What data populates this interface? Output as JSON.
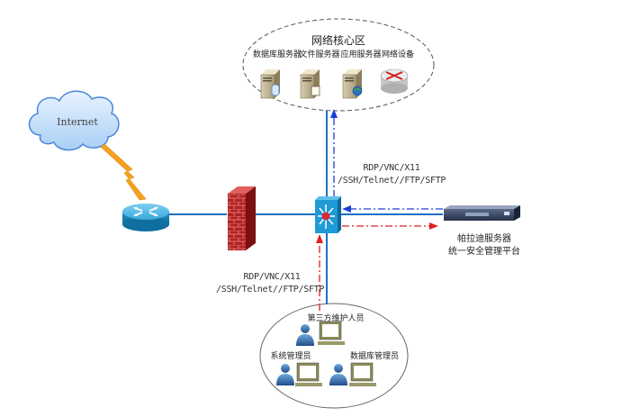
{
  "core_zone": {
    "title": "网络核心区",
    "devices": [
      {
        "label": "数据库服务器",
        "icon": "database-server-icon"
      },
      {
        "label": "文件服务器",
        "icon": "file-server-icon"
      },
      {
        "label": "应用服务器",
        "icon": "application-server-icon"
      },
      {
        "label": "网络设备",
        "icon": "network-device-icon"
      }
    ]
  },
  "internet": {
    "label": "Internet"
  },
  "protocols_top": {
    "line1": "RDP/VNC/X11",
    "line2": "/SSH/Telnet//FTP/SFTP"
  },
  "protocols_bottom": {
    "line1": "RDP/VNC/X11",
    "line2": "/SSH/Telnet//FTP/SFTP"
  },
  "bastion": {
    "line1": "帕拉迪服务器",
    "line2": "统一安全管理平台"
  },
  "users_zone": {
    "users": [
      {
        "label": "第三方维护人员"
      },
      {
        "label": "系统管理员"
      },
      {
        "label": "数据库管理员"
      }
    ]
  },
  "colors": {
    "link": "#1f6fc0",
    "blue_flow": "#1a3fd6",
    "red_flow": "#e02020",
    "lightning": "#f5a020",
    "firewall": "#b22222",
    "switch": "#1e9ad6"
  }
}
